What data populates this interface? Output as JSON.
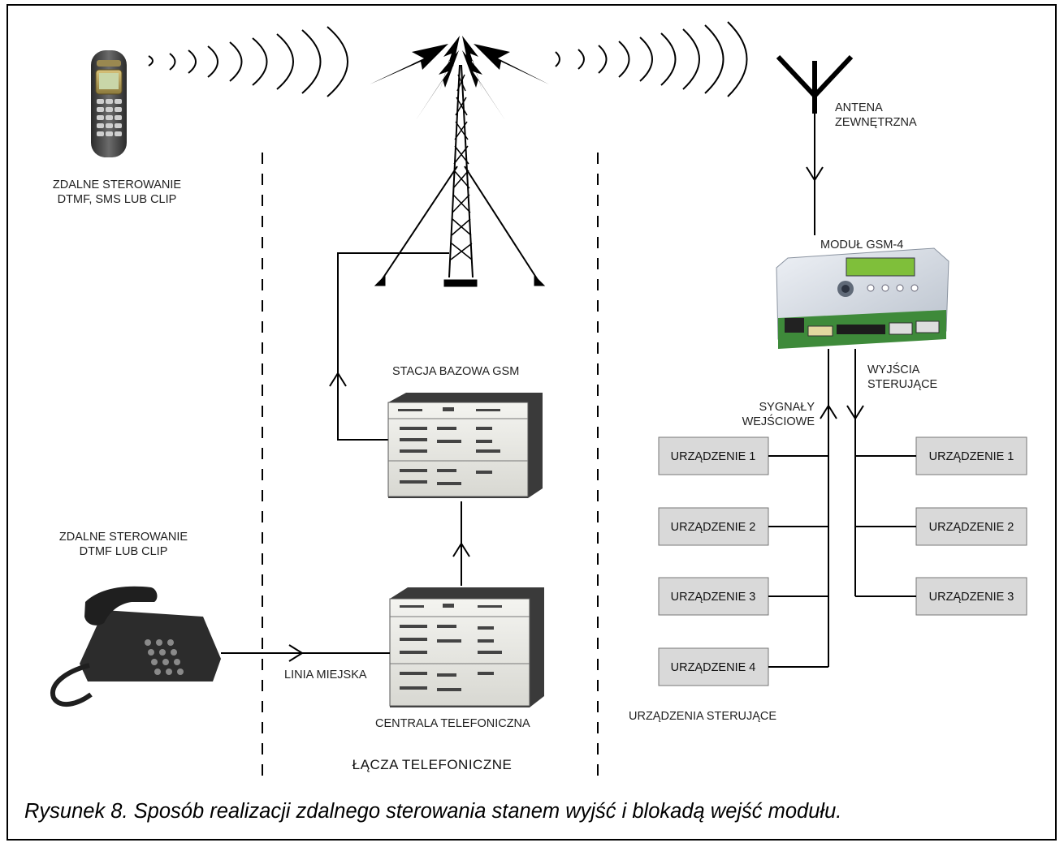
{
  "labels": {
    "remote_mobile": [
      "ZDALNE STEROWANIE",
      "DTMF, SMS LUB CLIP"
    ],
    "remote_phone": [
      "ZDALNE STEROWANIE",
      "DTMF LUB CLIP"
    ],
    "antenna": [
      "ANTENA",
      "ZEWNĘTRZNA"
    ],
    "module": "MODUŁ GSM-4",
    "base_station": "STACJA BAZOWA GSM",
    "exchange": "CENTRALA TELEFONICZNA",
    "city_line": "LINIA MIEJSKA",
    "phone_links": "ŁĄCZA TELEFONICZNE",
    "outputs": [
      "WYJŚCIA",
      "STERUJĄCE"
    ],
    "inputs": [
      "SYGNAŁY",
      "WEJŚCIOWE"
    ],
    "controlled_devices": "URZĄDZENIA STERUJĄCE"
  },
  "left_devices": [
    "URZĄDZENIE 1",
    "URZĄDZENIE 2",
    "URZĄDZENIE 3",
    "URZĄDZENIE 4"
  ],
  "right_devices": [
    "URZĄDZENIE 1",
    "URZĄDZENIE 2",
    "URZĄDZENIE 3"
  ],
  "caption": "Rysunek 8. Sposób realizacji zdalnego sterowania stanem wyjść i blokadą wejść modułu."
}
